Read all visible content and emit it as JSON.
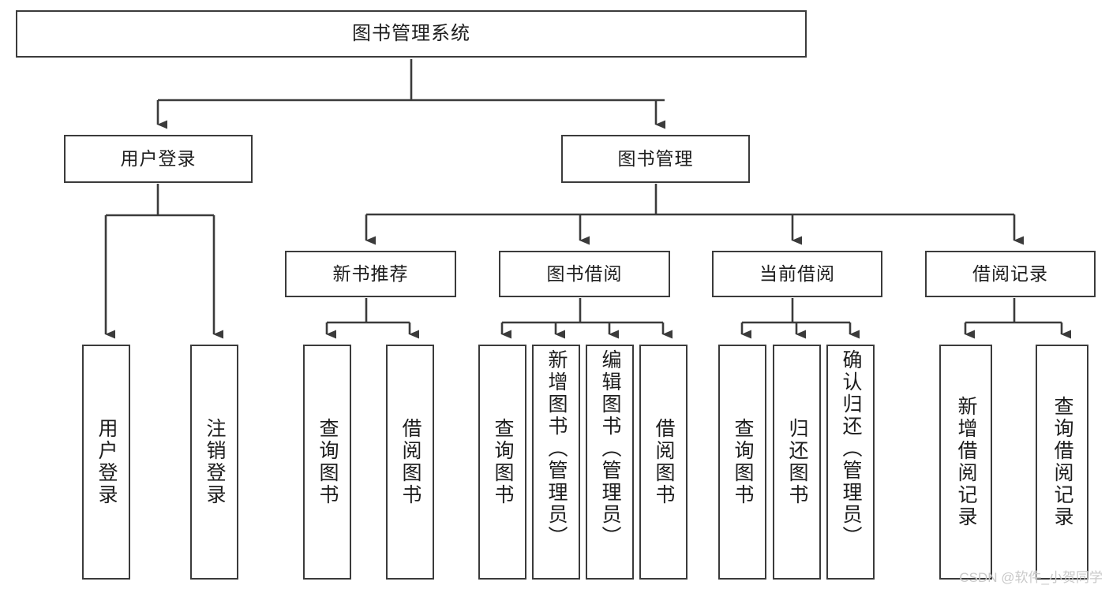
{
  "diagram": {
    "title": "图书管理系统",
    "type": "tree-hierarchy-diagram",
    "root": {
      "label": "图书管理系统"
    },
    "level1": [
      {
        "label": "用户登录"
      },
      {
        "label": "图书管理"
      }
    ],
    "level2": [
      {
        "label": "新书推荐"
      },
      {
        "label": "图书借阅"
      },
      {
        "label": "当前借阅"
      },
      {
        "label": "借阅记录"
      }
    ],
    "leaves": {
      "user_login": [
        {
          "label": "用户登录"
        },
        {
          "label": "注销登录"
        }
      ],
      "new_book_recommend": [
        {
          "label": "查询图书"
        },
        {
          "label": "借阅图书"
        }
      ],
      "book_borrow": [
        {
          "label": "查询图书"
        },
        {
          "label": "新增图书（管理员）"
        },
        {
          "label": "编辑图书（管理员）"
        },
        {
          "label": "借阅图书"
        }
      ],
      "current_borrow": [
        {
          "label": "查询图书"
        },
        {
          "label": "归还图书"
        },
        {
          "label": "确认归还（管理员）"
        }
      ],
      "borrow_record": [
        {
          "label": "新增借阅记录"
        },
        {
          "label": "查询借阅记录"
        }
      ]
    }
  },
  "watermark": {
    "text": "CSDN @软件_小贺同学"
  },
  "colors": {
    "border": "#3b3b3b",
    "text": "#1d1d1d",
    "background": "#ffffff",
    "connector": "#3b3b3b",
    "watermark": "#c9c9c9"
  }
}
